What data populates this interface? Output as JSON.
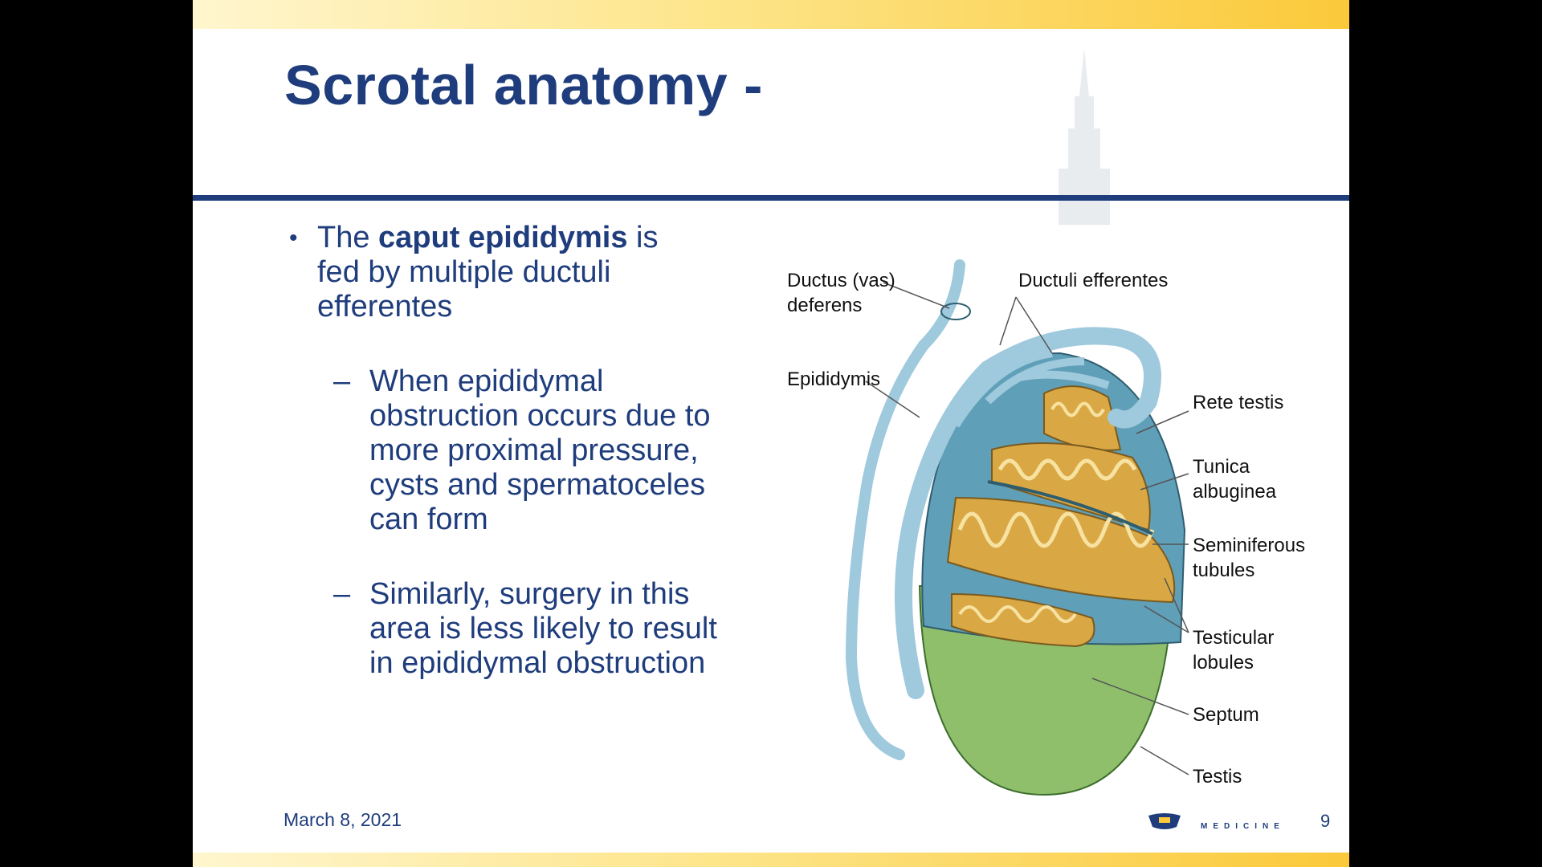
{
  "slide": {
    "title": "Scrotal anatomy -",
    "bullet": {
      "prefix": "The ",
      "bold": "caput epididymis",
      "suffix": " is fed by multiple ductuli efferentes"
    },
    "subbullets": [
      {
        "dash": "–",
        "text": "When epididymal obstruction occurs due to more proximal pressure, cysts and spermatoceles can form"
      },
      {
        "dash": "–",
        "text": "Similarly, surgery in this area is less likely to result in epididymal obstruction"
      }
    ],
    "bullet_symbol": "•",
    "date": "March 8, 2021",
    "page_number": "9",
    "logo_text": "MEDICINE"
  },
  "diagram": {
    "labels": {
      "ductus_line1": "Ductus (vas)",
      "ductus_line2": "deferens",
      "ductuli": "Ductuli efferentes",
      "epididymis": "Epididymis",
      "rete": "Rete testis",
      "tunica_line1": "Tunica",
      "tunica_line2": "albuginea",
      "semin_line1": "Seminiferous",
      "semin_line2": "tubules",
      "lobules_line1": "Testicular",
      "lobules_line2": "lobules",
      "septum": "Septum",
      "testis": "Testis"
    },
    "colors": {
      "tubule_blue": "#9fc9dc",
      "lobule_fill": "#d9a845",
      "tubule_light": "#f7e2a2",
      "testis_green": "#8fbf6b",
      "albuginea": "#5f9fb8"
    }
  },
  "colors": {
    "title": "#1f3d7c",
    "band_gold": "#fbc93a"
  }
}
